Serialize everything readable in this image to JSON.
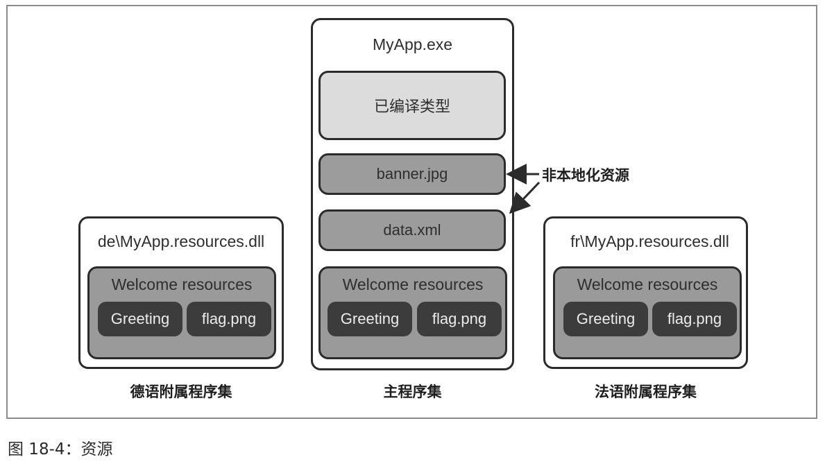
{
  "figure": {
    "caption": "图 18-4：资源"
  },
  "main_assembly": {
    "title": "MyApp.exe",
    "compiled_types": "已编译类型",
    "files": [
      "banner.jpg",
      "data.xml"
    ],
    "resources": {
      "title": "Welcome resources",
      "items": [
        "Greeting",
        "flag.png"
      ]
    },
    "label": "主程序集"
  },
  "callout": {
    "label": "非本地化资源"
  },
  "de_assembly": {
    "title": "de\\MyApp.resources.dll",
    "resources": {
      "title": "Welcome resources",
      "items": [
        "Greeting",
        "flag.png"
      ]
    },
    "label": "德语附属程序集"
  },
  "fr_assembly": {
    "title": "fr\\MyApp.resources.dll",
    "resources": {
      "title": "Welcome resources",
      "items": [
        "Greeting",
        "flag.png"
      ]
    },
    "label": "法语附属程序集"
  }
}
